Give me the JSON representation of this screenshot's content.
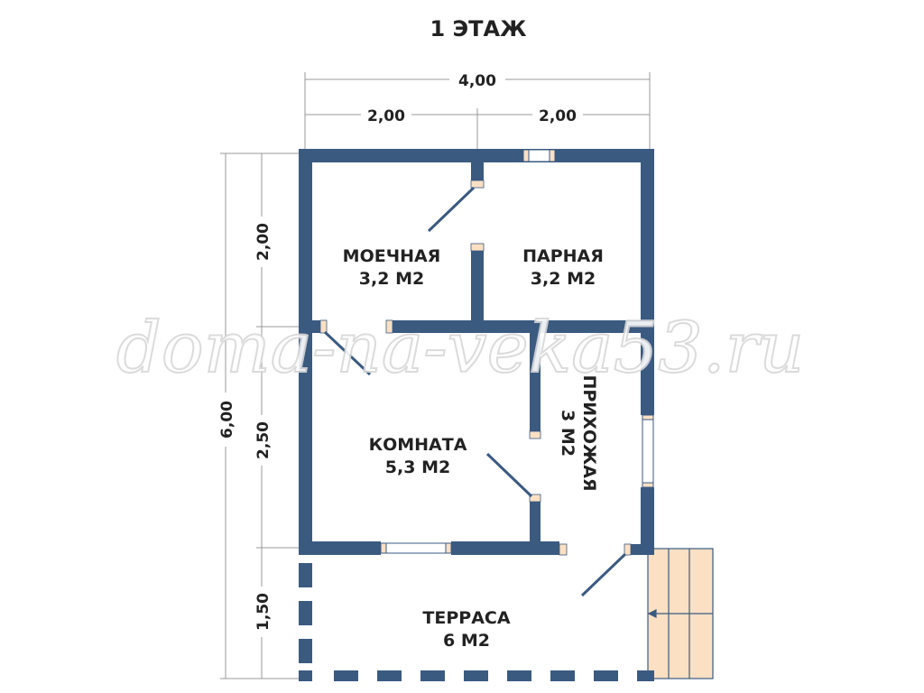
{
  "title": "1 ЭТАЖ",
  "dimensions": {
    "total_width": "4,00",
    "left_width": "2,00",
    "right_width": "2,00",
    "total_depth": "6,00",
    "depth_top": "2,00",
    "depth_middle": "2,50",
    "depth_terrace": "1,50"
  },
  "rooms": [
    {
      "name": "МОЕЧНАЯ",
      "area": "3,2 М2"
    },
    {
      "name": "ПАРНАЯ",
      "area": "3,2 М2"
    },
    {
      "name": "КОМНАТА",
      "area": "5,3 М2"
    },
    {
      "name": "ПРИХОЖАЯ",
      "area": "3 М2"
    },
    {
      "name": "ТЕРРАСА",
      "area": "6 М2"
    }
  ],
  "watermark": "doma-na-veka53.ru",
  "colors": {
    "wall": "#3b5a80",
    "jamb": "#fbe0c4",
    "stairs": "#fbe0c4"
  }
}
